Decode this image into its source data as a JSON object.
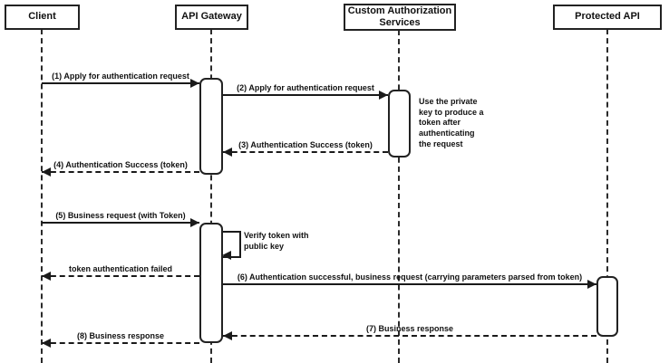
{
  "participants": [
    {
      "label": "Client"
    },
    {
      "label": "API Gateway"
    },
    {
      "label": "Custom Authorization Services"
    },
    {
      "label": "Protected API"
    }
  ],
  "messages": [
    {
      "label": "(1) Apply for authentication request",
      "from": "Client",
      "to": "API Gateway",
      "line": "solid"
    },
    {
      "label": "(2) Apply for authentication request",
      "from": "API Gateway",
      "to": "Custom Authorization Services",
      "line": "solid"
    },
    {
      "label": "(3) Authentication Success (token)",
      "from": "Custom Authorization Services",
      "to": "API Gateway",
      "line": "dashed"
    },
    {
      "label": "(4) Authentication Success (token)",
      "from": "API Gateway",
      "to": "Client",
      "line": "dashed"
    },
    {
      "label": "(5) Business request (with Token)",
      "from": "Client",
      "to": "API Gateway",
      "line": "solid"
    },
    {
      "label": "token authentication failed",
      "from": "API Gateway",
      "to": "Client",
      "line": "dashed"
    },
    {
      "label": "(6) Authentication successful, business request (carrying parameters parsed from token)",
      "from": "API Gateway",
      "to": "Protected API",
      "line": "solid"
    },
    {
      "label": "(7) Business response",
      "from": "Protected API",
      "to": "API Gateway",
      "line": "dashed"
    },
    {
      "label": "(8) Business response",
      "from": "API Gateway",
      "to": "Client",
      "line": "dashed"
    }
  ],
  "self_message": {
    "label": "Verify token with public key",
    "on": "API Gateway"
  },
  "note": {
    "label": "Use the private key to produce a token after authenticating the request",
    "near": "Custom Authorization Services"
  }
}
